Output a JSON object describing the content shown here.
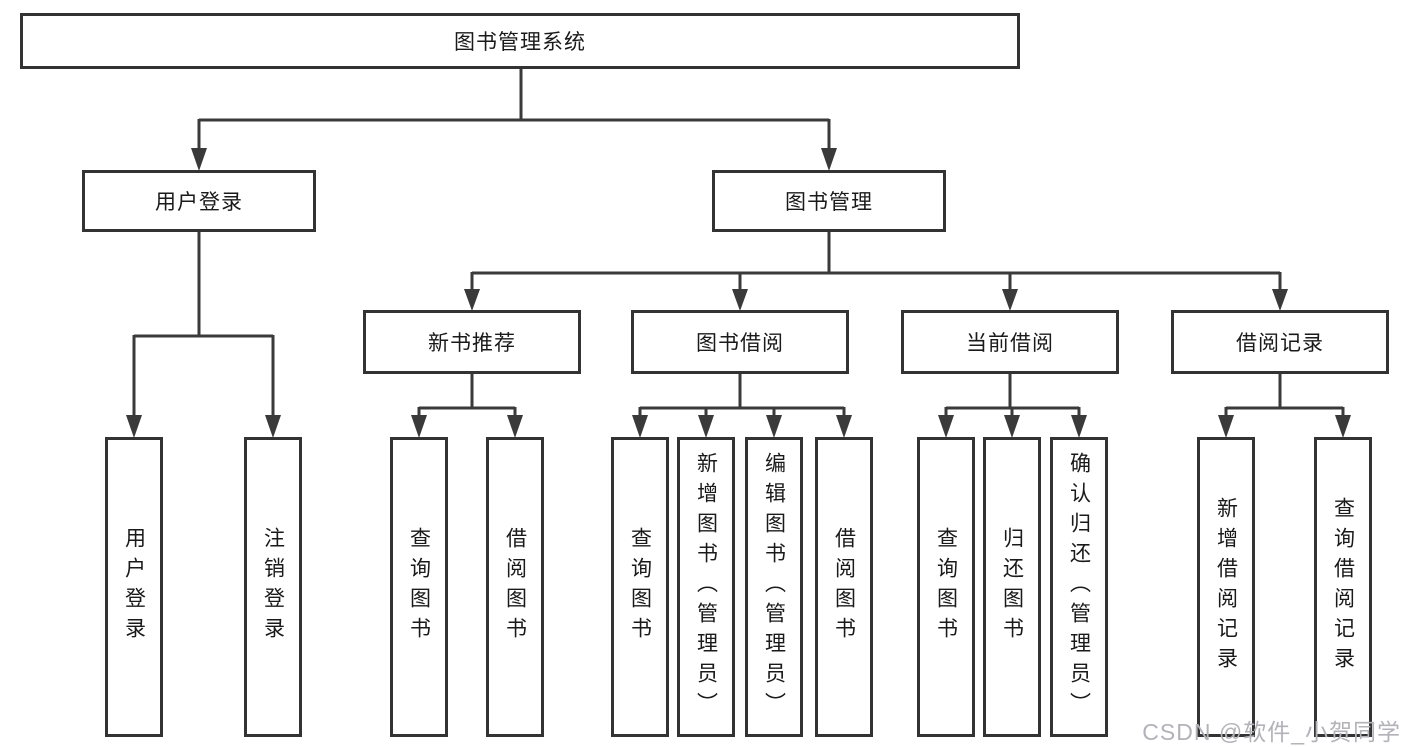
{
  "diagram": {
    "root": {
      "label": "图书管理系统"
    },
    "branches": [
      {
        "label": "用户登录",
        "children": [
          {
            "label": "用户登录"
          },
          {
            "label": "注销登录"
          }
        ]
      },
      {
        "label": "图书管理",
        "sections": [
          {
            "label": "新书推荐",
            "children": [
              {
                "label": "查询图书"
              },
              {
                "label": "借阅图书"
              }
            ]
          },
          {
            "label": "图书借阅",
            "children": [
              {
                "label": "查询图书"
              },
              {
                "label": "新增图书（管理员）"
              },
              {
                "label": "编辑图书（管理员）"
              },
              {
                "label": "借阅图书"
              }
            ]
          },
          {
            "label": "当前借阅",
            "children": [
              {
                "label": "查询图书"
              },
              {
                "label": "归还图书"
              },
              {
                "label": "确认归还（管理员）"
              }
            ]
          },
          {
            "label": "借阅记录",
            "children": [
              {
                "label": "新增借阅记录"
              },
              {
                "label": "查询借阅记录"
              }
            ]
          }
        ]
      }
    ]
  },
  "watermark": {
    "text": "CSDN @软件_小贺同学"
  },
  "colors": {
    "line": "#3a3a3a",
    "box_border": "#333333",
    "box_fill": "#ffffff",
    "text": "#1a1a1a",
    "watermark": "#b2b2b8"
  }
}
